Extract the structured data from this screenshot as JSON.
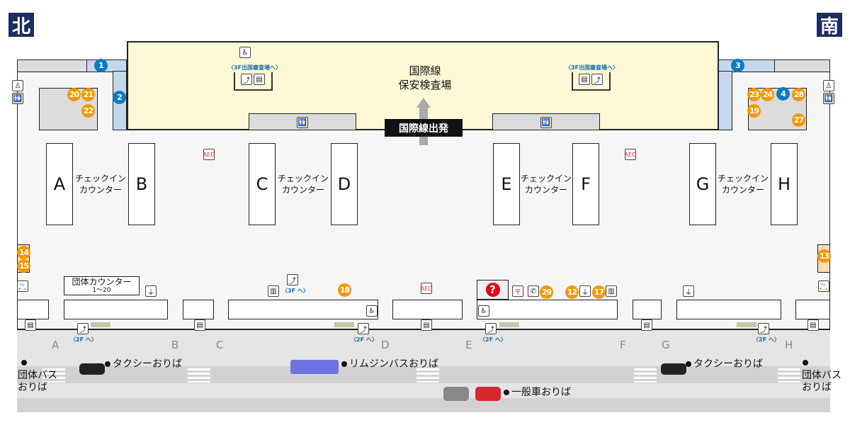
{
  "compass": {
    "north": "北",
    "south": "南"
  },
  "security": {
    "title1": "国際線",
    "title2": "保安検査場",
    "to3f": "〈3F出国審査場へ〉"
  },
  "departure_label": "国際線出発",
  "counters": {
    "letters": [
      "A",
      "B",
      "C",
      "D",
      "E",
      "F",
      "G",
      "H"
    ],
    "checkin": "チェックイン",
    "counter": "カウンター"
  },
  "group_counter": {
    "title": "団体カウンター",
    "range": "1～20"
  },
  "badges": {
    "orange": [
      "20",
      "21",
      "22",
      "23",
      "24",
      "28",
      "19",
      "27",
      "14",
      "15",
      "13",
      "18",
      "29",
      "12",
      "17"
    ],
    "blue": [
      "1",
      "2",
      "3",
      "4"
    ]
  },
  "escalator": {
    "to2f": "〈2F へ〉",
    "to3f": "〈3F へ〉"
  },
  "icons": {
    "info": "?",
    "aed": "AED"
  },
  "road": {
    "gate_letters": [
      "A",
      "B",
      "C",
      "D",
      "E",
      "F",
      "G",
      "H"
    ],
    "taxi": "タクシーおりば",
    "limousine": "リムジンバスおりば",
    "car": "一般車おりば",
    "group_bus1": "団体バス",
    "group_bus2": "おりば"
  },
  "colors": {
    "orange": "#f39800",
    "blue": "#0b7cc3",
    "navy": "#1c2d5e",
    "security": "#fdf9d6"
  }
}
